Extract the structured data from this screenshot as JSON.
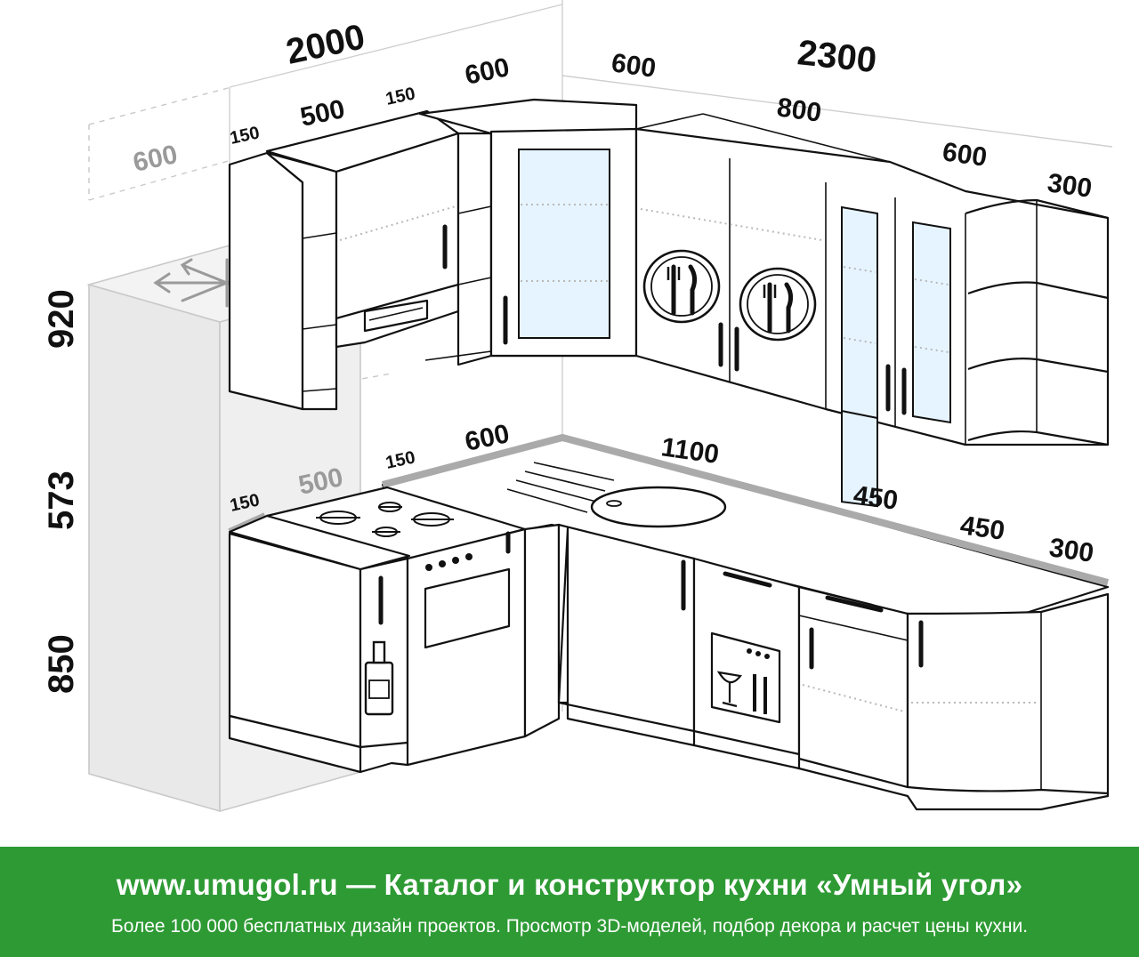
{
  "dimensions": {
    "upper_left_total": "2000",
    "upper_right_total": "2300",
    "upper_left_150a": "150",
    "upper_left_500": "500",
    "upper_left_150b": "150",
    "upper_corner_600a": "600",
    "upper_corner_600b": "600",
    "upper_800": "800",
    "upper_600": "600",
    "upper_300": "300",
    "fridge_depth": "600",
    "height_upper": "920",
    "height_gap": "573",
    "height_base": "850",
    "base_150a": "150",
    "base_500": "500",
    "base_150b": "150",
    "base_600": "600",
    "base_1100": "1100",
    "base_450a": "450",
    "base_450b": "450",
    "base_300": "300"
  },
  "banner": {
    "title": "www.umugol.ru — Каталог и конструктор кухни «Умный угол»",
    "subtitle": "Более 100 000 бесплатных дизайн проектов. Просмотр 3D-моделей, подбор декора и расчет цены кухни."
  },
  "colors": {
    "banner_green": "#2e9a34",
    "fridge_fill": "#eeeeee",
    "glass_fill": "#e6f4ff",
    "line": "#111111"
  },
  "icons": [
    "snowflake-icon",
    "fork-knife-icon",
    "bottle-icon",
    "dishwasher-icon"
  ]
}
